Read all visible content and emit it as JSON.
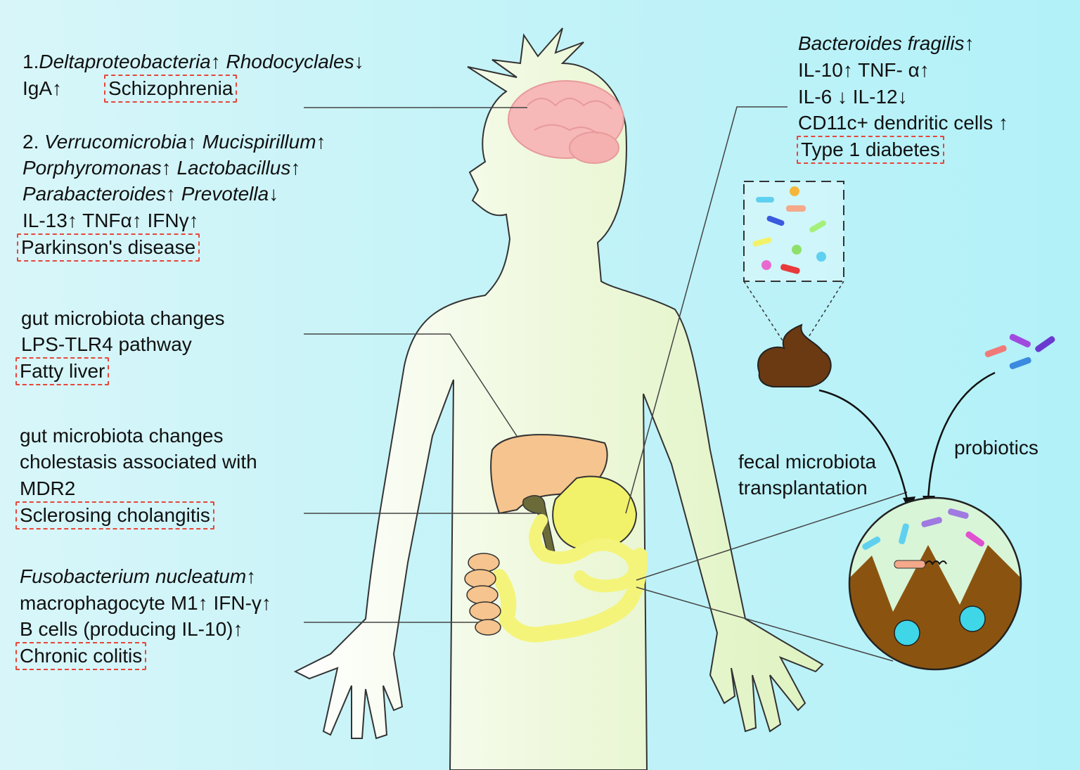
{
  "left_panels": {
    "schizophrenia": {
      "line1_prefix": "1.",
      "line1_a": "Deltaproteobacteria",
      "line1_a_arrow": "↑",
      "line1_b": "Rhodocyclales",
      "line1_b_arrow": "↓",
      "line2_marker": "IgA↑",
      "disease": "Schizophrenia"
    },
    "parkinsons": {
      "line1_prefix": "2.",
      "line1_a": "Verrucomicrobia",
      "line1_b": "Mucispirillum",
      "line2_a": "Porphyromonas",
      "line2_b": "Lactobacillus",
      "line3_a": "Parabacteroides",
      "line3_b": "Prevotella",
      "up": "↑",
      "down": "↓",
      "line4": "IL-13↑ TNFα↑ IFNγ↑",
      "disease": "Parkinson's disease"
    },
    "fatty_liver": {
      "line1": "gut microbiota changes",
      "line2": "LPS-TLR4 pathway",
      "disease": "Fatty liver"
    },
    "cholangitis": {
      "line1": "gut microbiota changes",
      "line2": "cholestasis associated with",
      "line3": "MDR2",
      "disease": "Sclerosing cholangitis"
    },
    "colitis": {
      "line1": "Fusobacterium nucleatum",
      "line1_arrow": "↑",
      "line2": "macrophagocyte M1↑ IFN-γ↑",
      "line3": "B cells (producing IL-10)↑",
      "disease": "Chronic colitis"
    }
  },
  "right_panel": {
    "line1": "Bacteroides fragilis",
    "line1_arrow": "↑",
    "line2": "IL-10↑ TNF- α↑",
    "line3": "IL-6 ↓ IL-12↓",
    "line4": "CD11c+ dendritic cells ↑",
    "disease": "Type 1 diabetes"
  },
  "therapies": {
    "fmt_line1": "fecal microbiota",
    "fmt_line2": "transplantation",
    "probiotics": "probiotics"
  },
  "colors": {
    "disease_border": "#e8453a",
    "brain": "#f7b8b8",
    "liver": "#f6c48e",
    "intestine": "#f4f47a",
    "stool": "#6b3a12"
  }
}
